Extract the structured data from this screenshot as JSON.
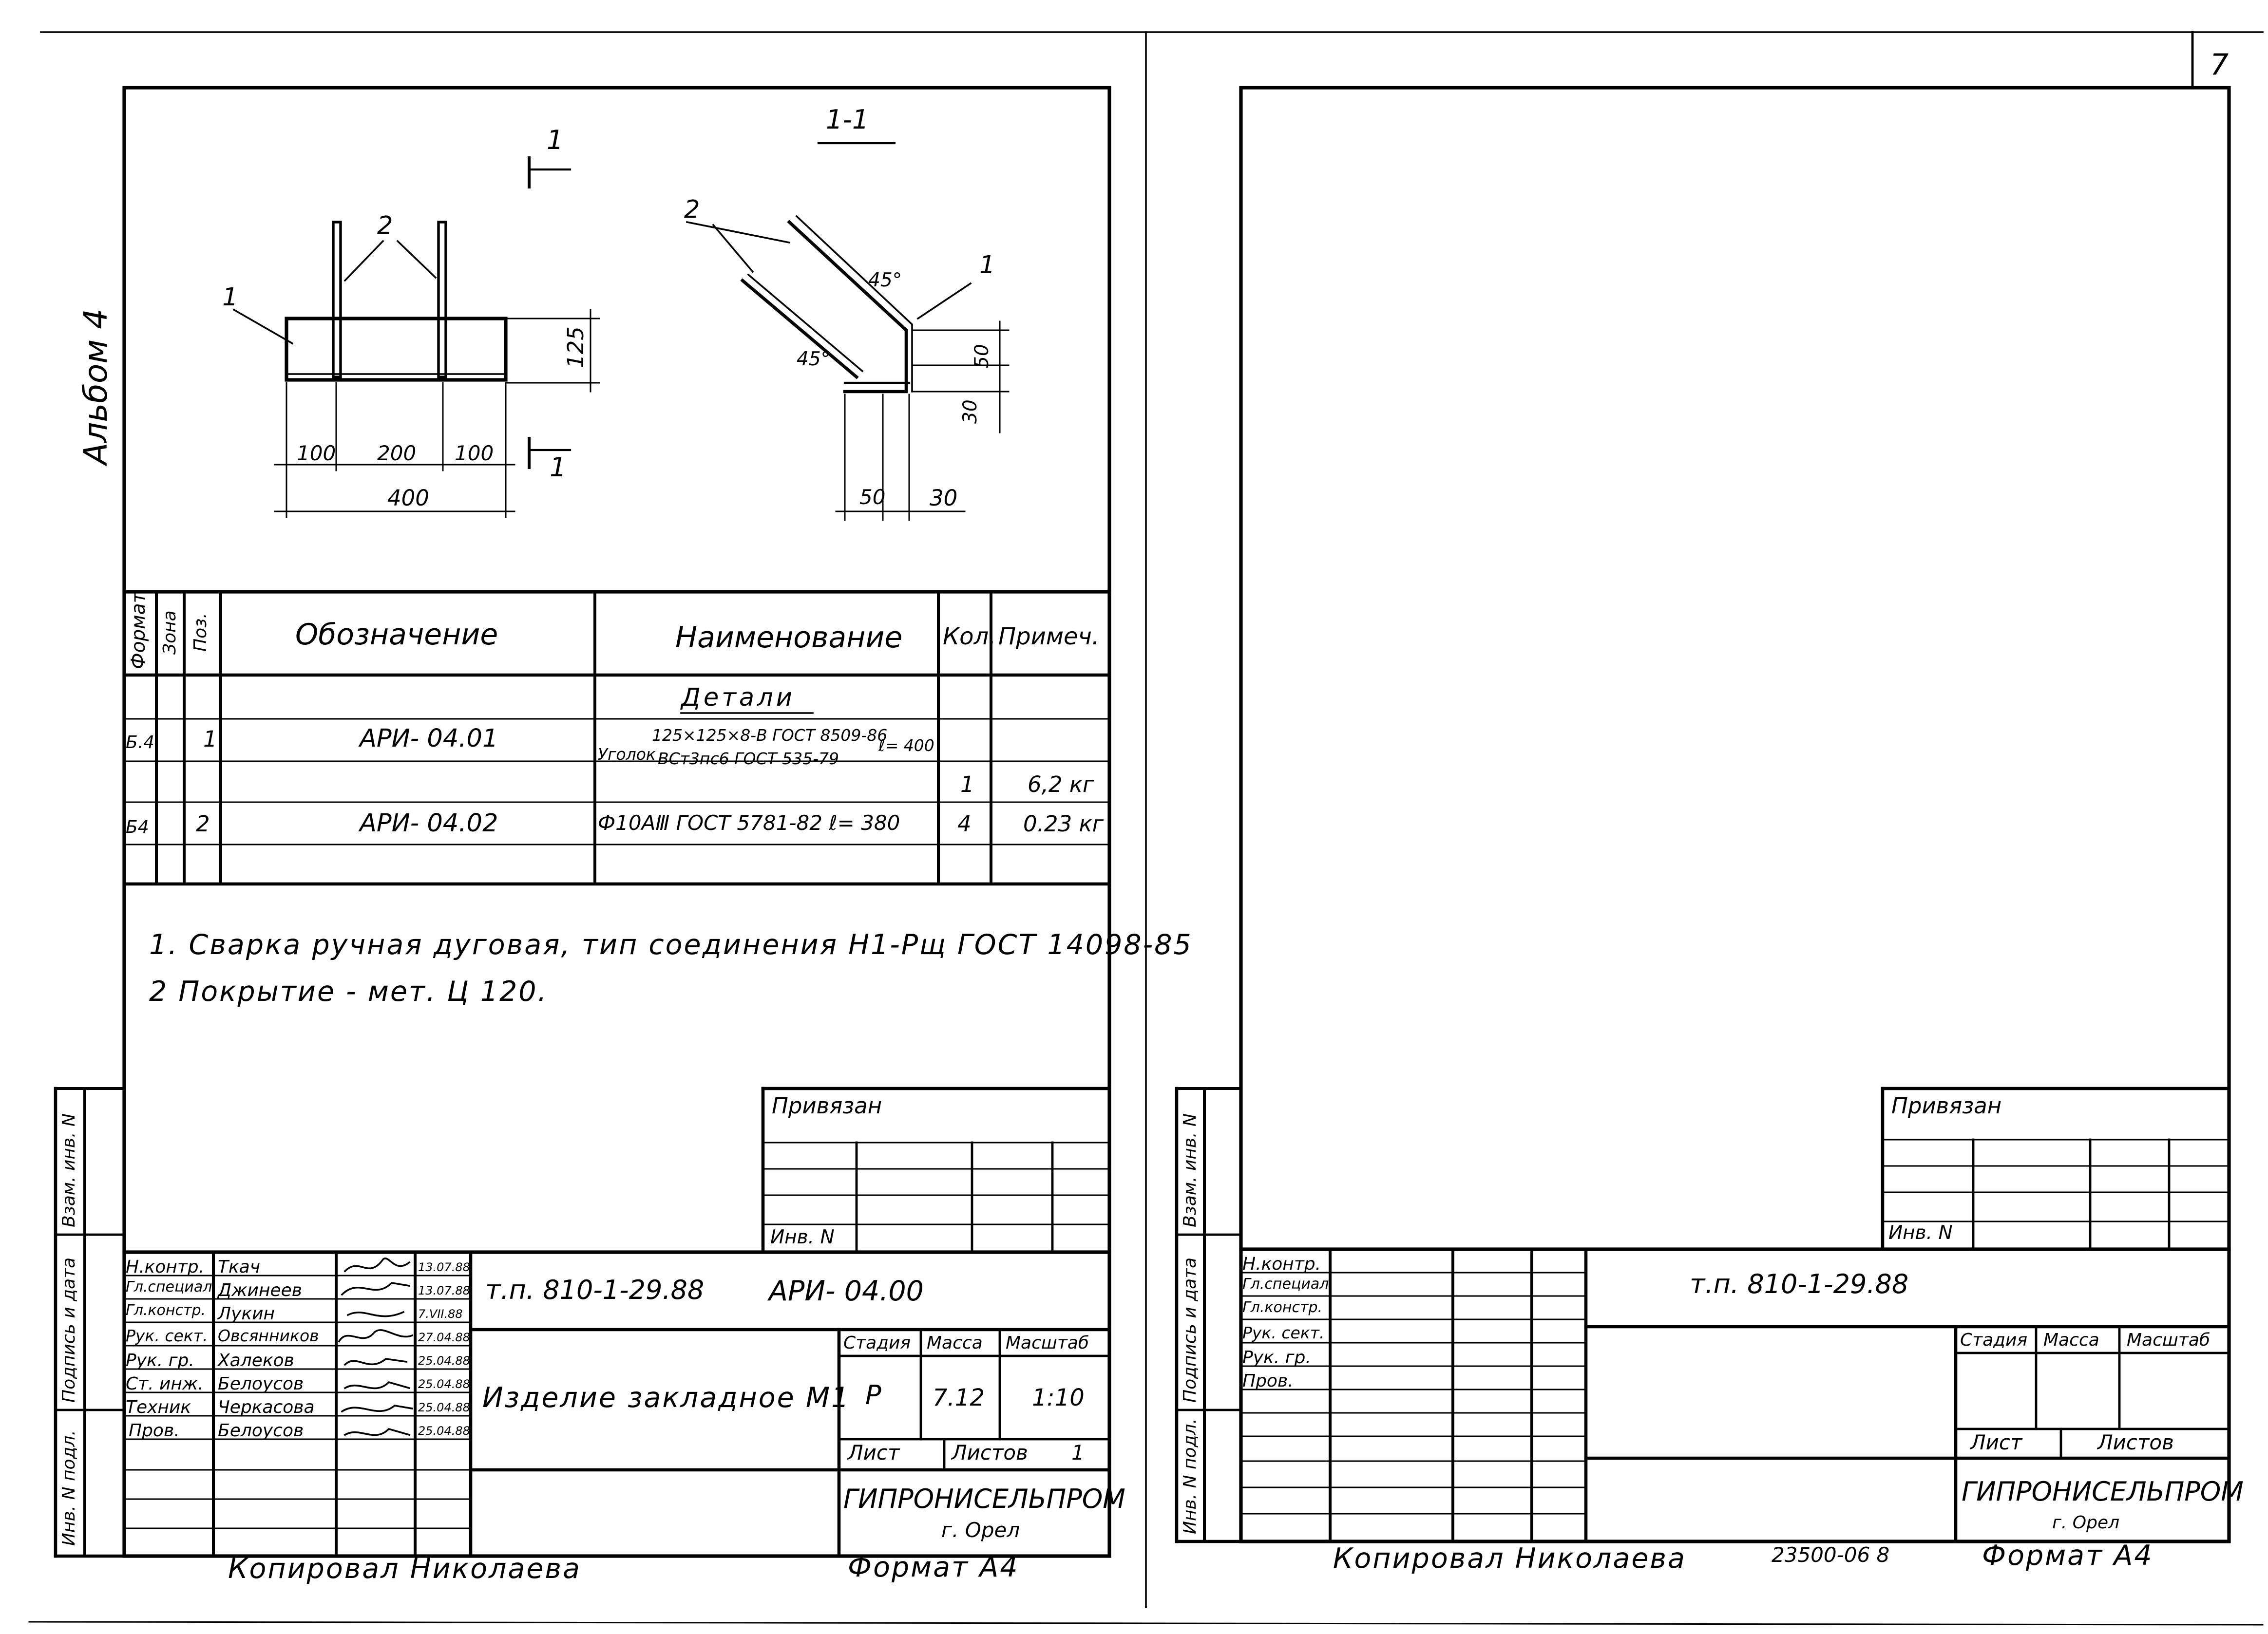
{
  "page_number": "7",
  "album_label": "Альбом 4",
  "drawing": {
    "section_title": "1-1",
    "section_mark": "1",
    "left_view": {
      "pos1": "1",
      "pos2": "2",
      "dim_height": "125",
      "dim_a": "100",
      "dim_b": "200",
      "dim_c": "100",
      "dim_total": "400"
    },
    "right_view": {
      "pos1": "1",
      "pos2": "2",
      "angle_top": "45°",
      "angle_left": "45°",
      "dim_v1": "50",
      "dim_v2": "30",
      "dim_h1": "50",
      "dim_h2": "30"
    }
  },
  "spec": {
    "headers": {
      "format": "Формат",
      "zone": "Зона",
      "pos": "Поз.",
      "designation": "Обозначение",
      "name": "Наименование",
      "qty": "Кол.",
      "note": "Примеч."
    },
    "section": "Детали",
    "rows": [
      {
        "format": "Б.4",
        "pos": "1",
        "designation": "АРИ- 04.01",
        "name_top": "125×125×8-В ГОСТ 8509-86",
        "name_bottom": "ВСт3пс6 ГОСТ 535-79",
        "name_prefix": "Уголок",
        "name_len": "ℓ= 400",
        "qty": "1",
        "note": "6,2 кг"
      },
      {
        "format": "Б4",
        "pos": "2",
        "designation": "АРИ- 04.02",
        "name": "Ф10АⅢ ГОСТ 5781-82 ℓ= 380",
        "qty": "4",
        "note": "0.23 кг"
      }
    ]
  },
  "notes": [
    "1. Сварка ручная дуговая, тип соединения Н1-Рщ ГОСТ 14098-85",
    "2  Покрытие - мет. Ц 120."
  ],
  "side_labels": {
    "inv_orig": "Инв. N подл.",
    "sign_date": "Подпись и дата",
    "vzam": "Взам. инв. N"
  },
  "left_sheet": {
    "privyazan": "Привязан",
    "inv_n": "Инв. N",
    "code": "т.п. 810-1-29.88",
    "doc": "АРИ- 04.00",
    "title": "Изделие закладное М1",
    "stage_h": "Стадия",
    "mass_h": "Масса",
    "scale_h": "Масштаб",
    "stage": "Р",
    "mass": "7.12",
    "scale": "1:10",
    "list_h": "Лист",
    "lists_h": "Листов",
    "lists": "1",
    "org": "ГИПРОНИСЕЛЬПРОМ",
    "city": "г. Орел",
    "roles": [
      {
        "role": "Н.контр.",
        "name": "Ткач",
        "date": "13.07.88"
      },
      {
        "role": "Гл.специал.",
        "name": "Джинеев",
        "date": "13.07.88"
      },
      {
        "role": "Гл.констр.",
        "name": "Лукин",
        "date": "7.VII.88"
      },
      {
        "role": "Рук. сект.",
        "name": "Овсянников",
        "date": "27.04.88"
      },
      {
        "role": "Рук. гр.",
        "name": "Халеков",
        "date": "25.04.88"
      },
      {
        "role": "Ст. инж.",
        "name": "Белоусов",
        "date": "25.04.88"
      },
      {
        "role": "Техник",
        "name": "Черкасова",
        "date": "25.04.88"
      },
      {
        "role": "Пров.",
        "name": "Белоусов",
        "date": "25.04.88"
      }
    ],
    "copied": "Копировал  Николаева",
    "format": "Формат  А4"
  },
  "right_sheet": {
    "privyazan": "Привязан",
    "inv_n": "Инв. N",
    "code": "т.п. 810-1-29.88",
    "stage_h": "Стадия",
    "mass_h": "Масса",
    "scale_h": "Масштаб",
    "list_h": "Лист",
    "lists_h": "Листов",
    "org": "ГИПРОНИСЕЛЬПРОМ",
    "city": "г. Орел",
    "roles": [
      "Н.контр.",
      "Гл.специал.",
      "Гл.констр.",
      "Рук. сект.",
      "Рук. гр.",
      "Пров."
    ],
    "copied": "Копировал  Николаева",
    "stamp": "23500-06  8",
    "format": "Формат  А4"
  }
}
